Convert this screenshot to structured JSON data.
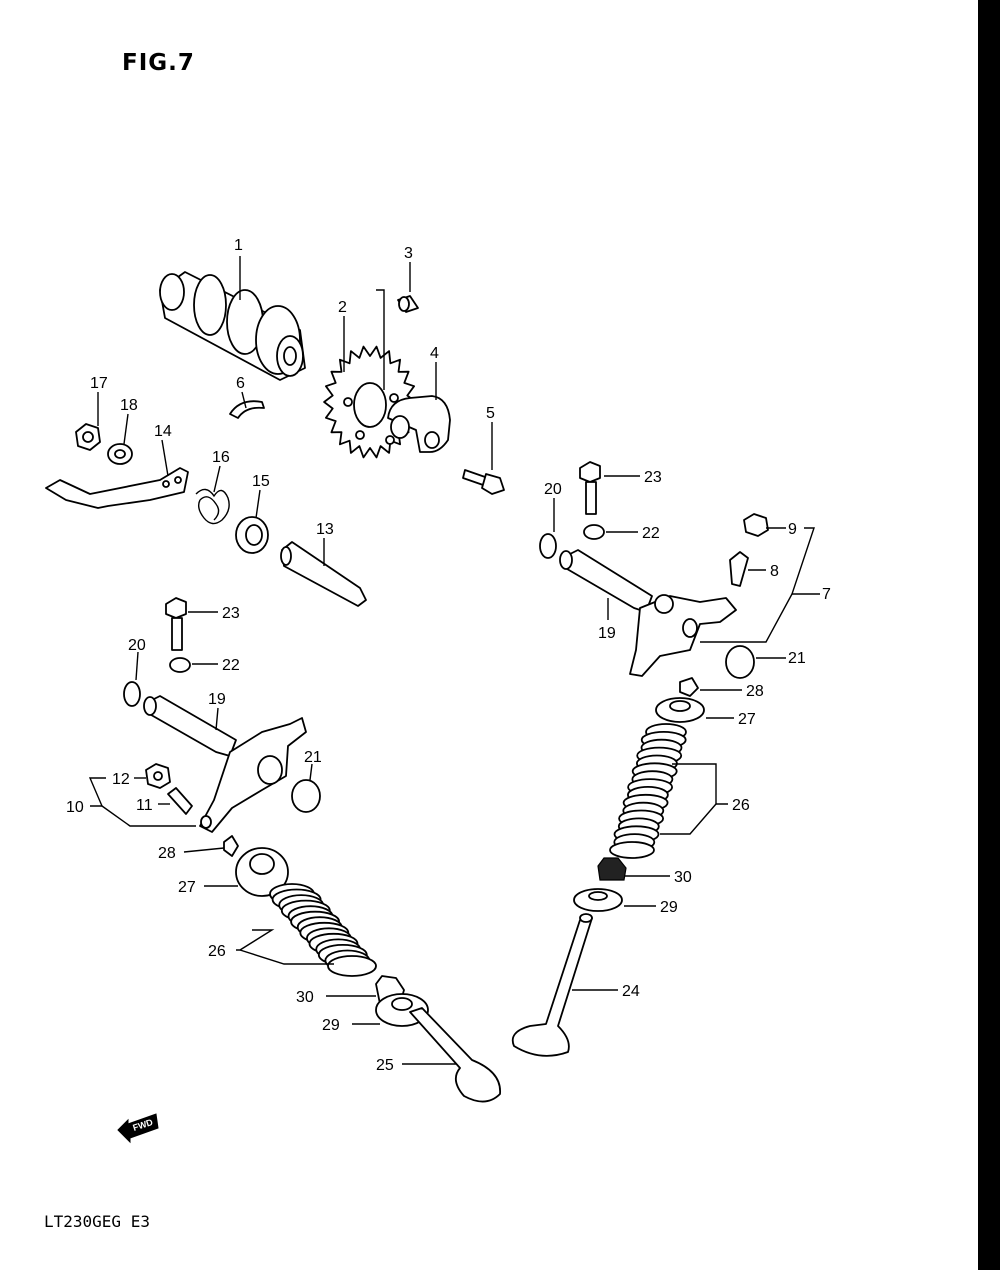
{
  "title": "FIG.7",
  "model": "LT230GEG E3",
  "fwd_label": "FWD",
  "callouts": [
    "1",
    "2",
    "3",
    "4",
    "5",
    "6",
    "7",
    "8",
    "9",
    "10",
    "11",
    "12",
    "13",
    "14",
    "15",
    "16",
    "17",
    "18",
    "19",
    "19",
    "20",
    "20",
    "21",
    "21",
    "22",
    "22",
    "23",
    "23",
    "24",
    "25",
    "26",
    "26",
    "27",
    "27",
    "28",
    "28",
    "29",
    "29",
    "30",
    "30"
  ]
}
